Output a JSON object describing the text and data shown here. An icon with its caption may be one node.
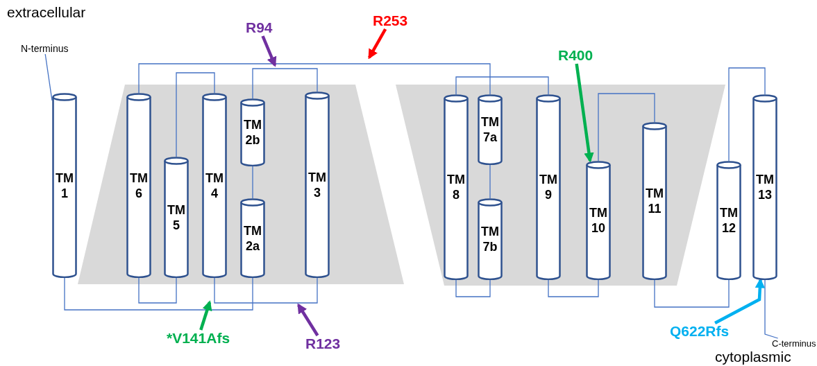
{
  "diagram": {
    "nodes": [
      {
        "text": [
          "N-terminus"
        ]
      },
      {
        "text": [
          "TM 1"
        ]
      },
      {
        "text": [
          "TM 6"
        ]
      },
      {
        "text": [
          "TM 5"
        ]
      },
      {
        "text": [
          "TM 4"
        ]
      },
      {
        "text": [
          "TM 2b"
        ]
      },
      {
        "text": [
          "TM 2a"
        ]
      },
      {
        "text": [
          "TM 3"
        ]
      },
      {
        "text": [
          "TM 8"
        ]
      },
      {
        "text": [
          "TM 7a"
        ]
      },
      {
        "text": [
          "TM 7b"
        ]
      },
      {
        "text": [
          "TM 9"
        ]
      },
      {
        "text": [
          "TM 10"
        ]
      },
      {
        "text": [
          "TM 11"
        ]
      },
      {
        "text": [
          "TM 12"
        ]
      },
      {
        "text": [
          "TM 13"
        ]
      },
      {
        "text": [
          "C-terminus"
        ]
      },
      {
        "text": [
          "R94"
        ]
      },
      {
        "text": [
          "R253"
        ]
      },
      {
        "text": [
          "R400"
        ]
      },
      {
        "text": [
          "*V141Afs"
        ]
      },
      {
        "text": [
          "R123"
        ]
      },
      {
        "text": [
          "Q622Rfs"
        ]
      }
    ],
    "edges": [
      {
        "from": 0,
        "to": 1,
        "arrow": "none"
      },
      {
        "from": 1,
        "to": 6,
        "arrow": "none"
      },
      {
        "from": 2,
        "to": 9,
        "arrow": "none"
      },
      {
        "from": 2,
        "to": 3,
        "arrow": "none"
      },
      {
        "from": 3,
        "to": 4,
        "arrow": "none"
      },
      {
        "from": 4,
        "to": 7,
        "arrow": "none"
      },
      {
        "from": 5,
        "to": 7,
        "arrow": "none"
      },
      {
        "from": 5,
        "to": 6,
        "arrow": "none"
      },
      {
        "from": 8,
        "to": 11,
        "arrow": "none"
      },
      {
        "from": 8,
        "to": 10,
        "arrow": "none"
      },
      {
        "from": 9,
        "to": 10,
        "arrow": "none"
      },
      {
        "from": 11,
        "to": 12,
        "arrow": "none"
      },
      {
        "from": 12,
        "to": 13,
        "arrow": "none"
      },
      {
        "from": 13,
        "to": 14,
        "arrow": "none"
      },
      {
        "from": 14,
        "to": 15,
        "arrow": "none"
      },
      {
        "from": 15,
        "to": 16,
        "arrow": "none"
      },
      {
        "from": 17,
        "to": null,
        "arrow": "to",
        "style": "thick",
        "color": "#7030a0"
      },
      {
        "from": 18,
        "to": null,
        "arrow": "to",
        "style": "thick",
        "color": "#ff0000"
      },
      {
        "from": 19,
        "to": 12,
        "arrow": "to",
        "style": "thick",
        "color": "#00b050"
      },
      {
        "from": 20,
        "to": null,
        "arrow": "to",
        "style": "thick",
        "color": "#00b050"
      },
      {
        "from": 21,
        "to": null,
        "arrow": "to",
        "style": "thick",
        "color": "#7030a0"
      },
      {
        "from": 22,
        "to": 15,
        "arrow": "to",
        "style": "thick",
        "color": "#00b0f0"
      }
    ],
    "labels": [
      "extracellular",
      "cytoplasmic"
    ]
  }
}
